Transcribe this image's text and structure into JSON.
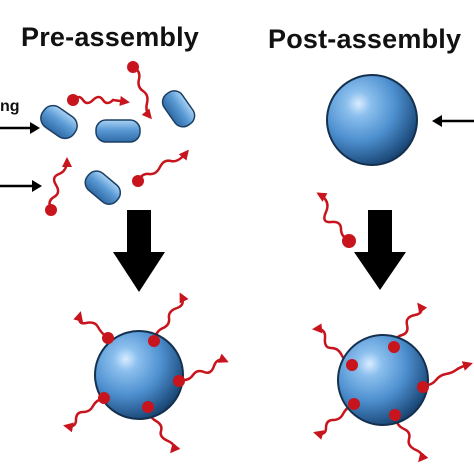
{
  "panels": {
    "pre": {
      "title": "Pre-assembly"
    },
    "post": {
      "title": "Post-assembly"
    }
  },
  "side_label": "ng",
  "colors": {
    "particle": "#4d8fcf",
    "particle_dark": "#1f4f80",
    "ligand": "#c8141c",
    "arrow": "#000000"
  }
}
